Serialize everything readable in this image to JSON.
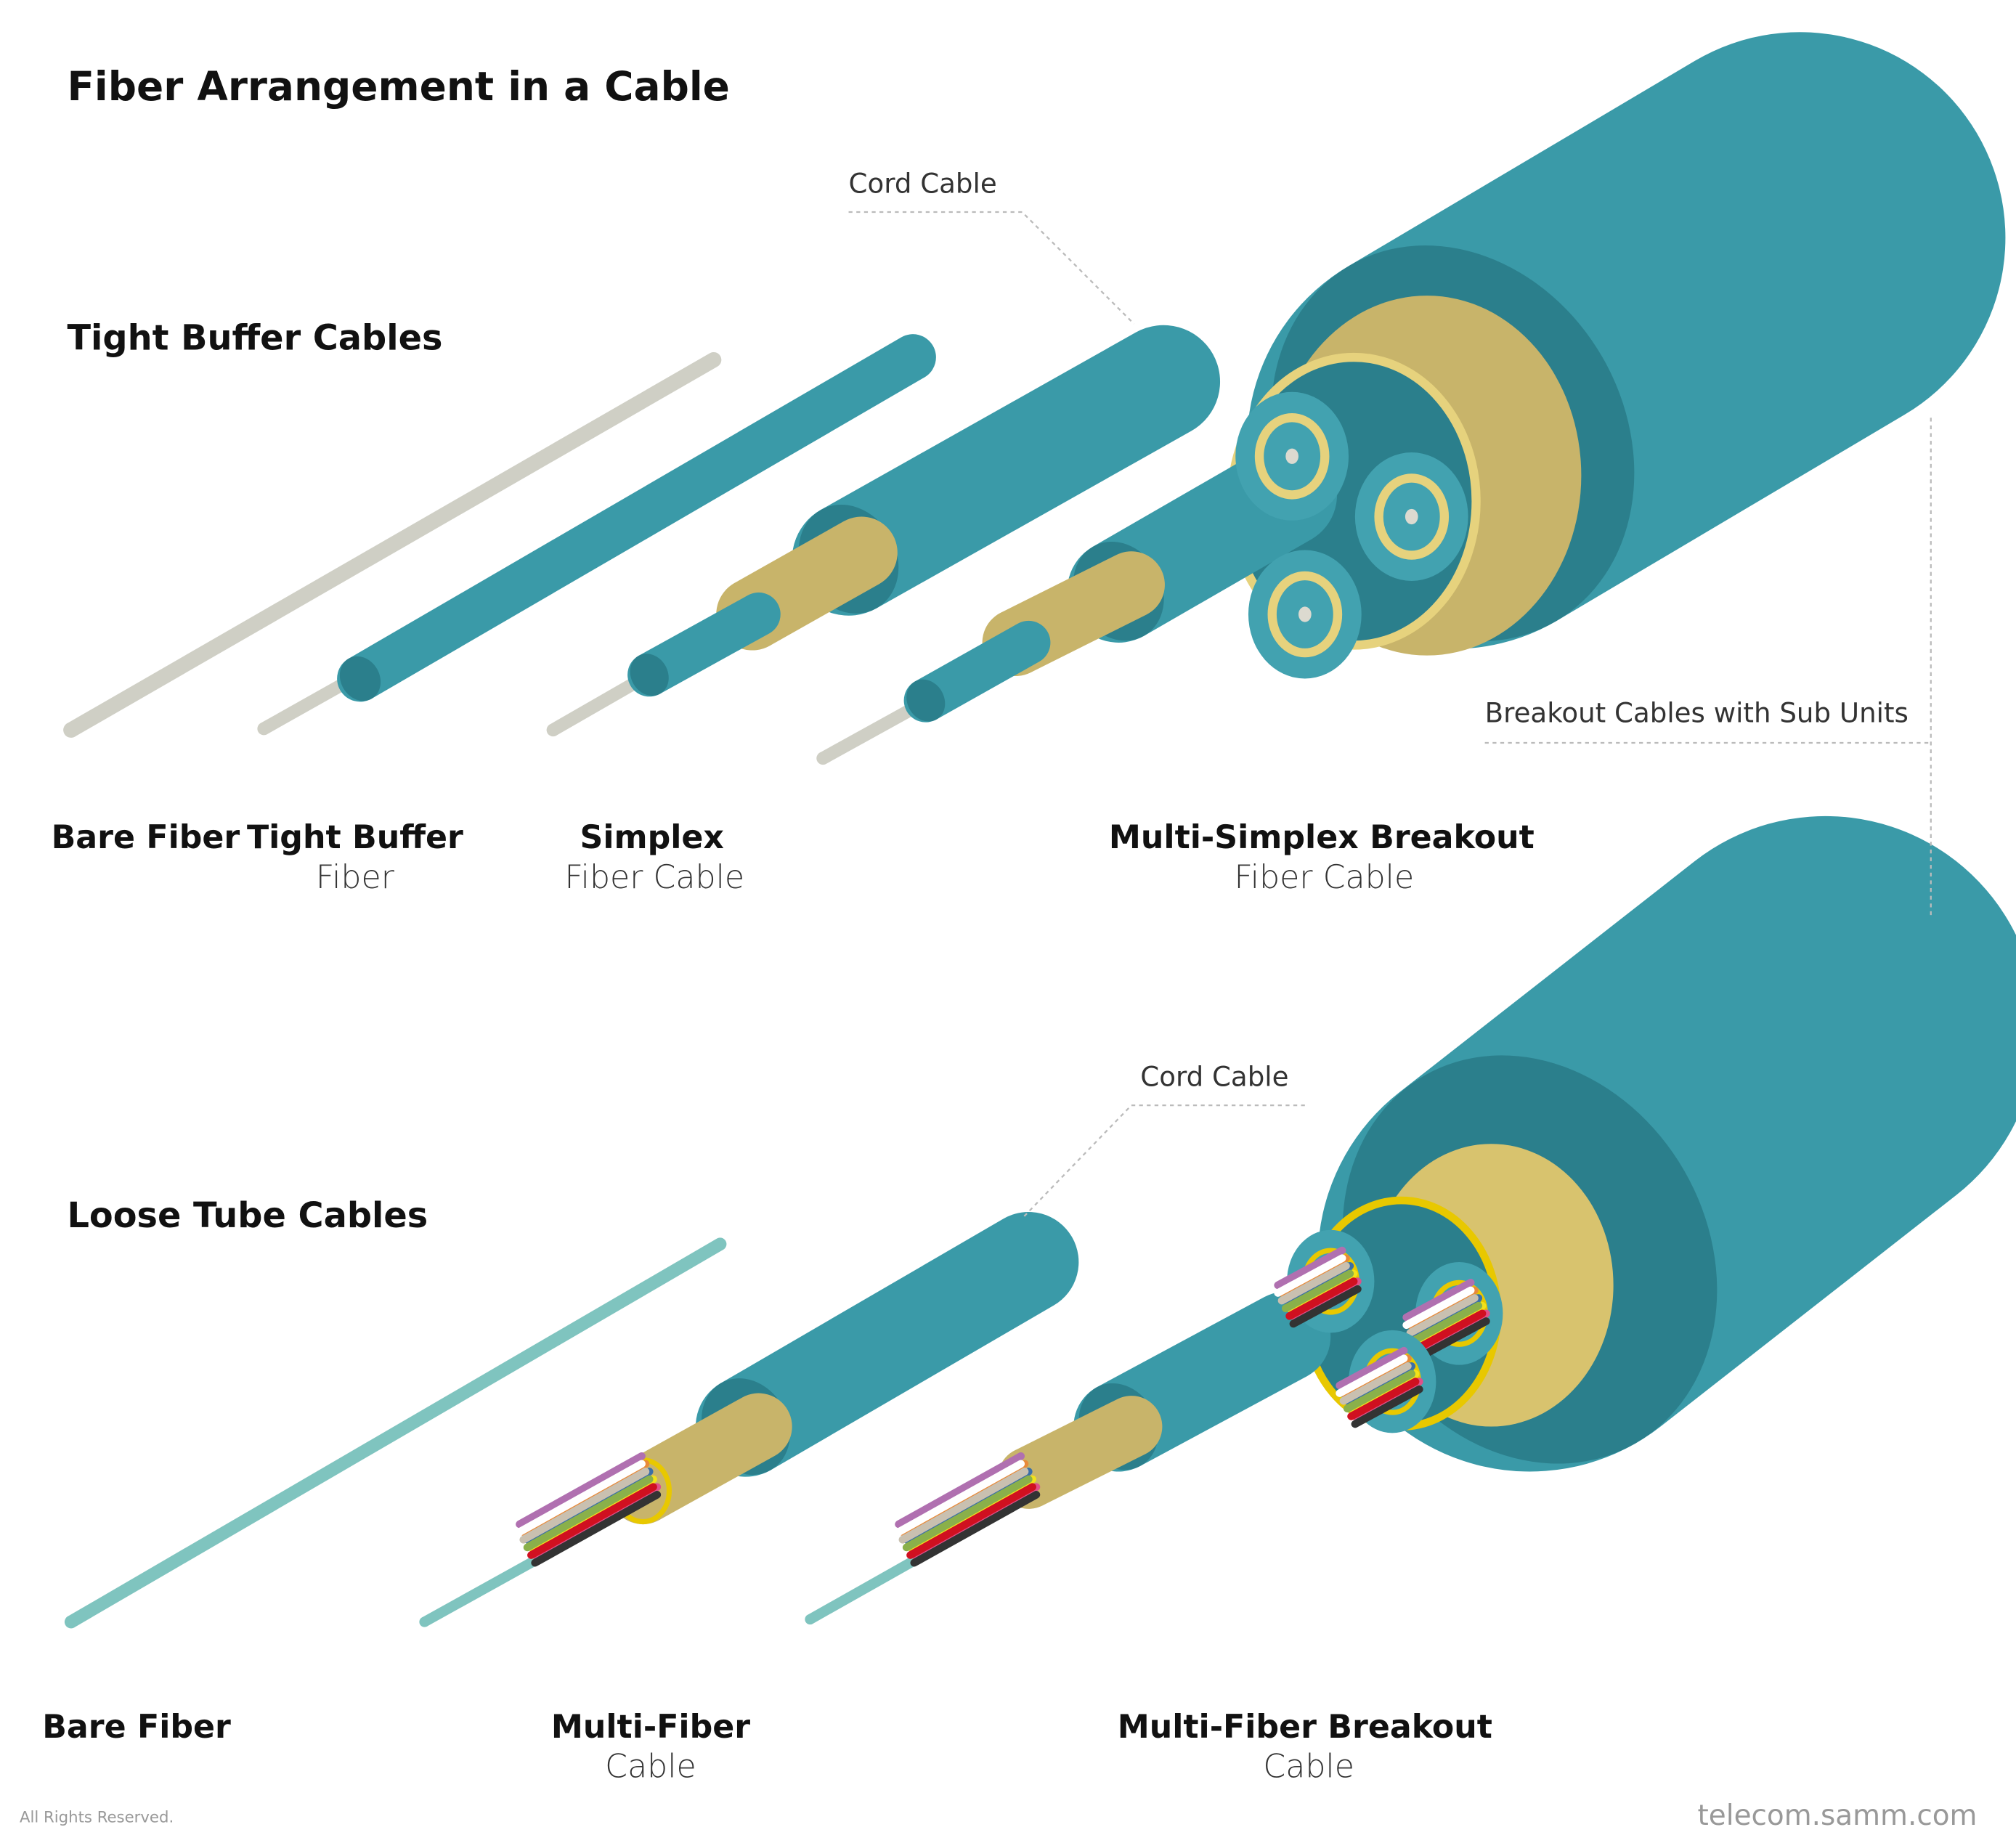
{
  "title": "Fiber Arrangement in a Cable",
  "sections": {
    "tight_buffer": {
      "heading": "Tight Buffer Cables",
      "callout_cord": "Cord Cable",
      "callout_breakout": "Breakout Cables with Sub Units",
      "labels": [
        {
          "bold": "Bare Fiber",
          "light": ""
        },
        {
          "bold": "Tight Buffer",
          "light": "Fiber"
        },
        {
          "bold": "Simplex",
          "light": "Fiber Cable"
        },
        {
          "bold": "Multi-Simplex Breakout",
          "light": "Fiber Cable"
        }
      ]
    },
    "loose_tube": {
      "heading": "Loose Tube Cables",
      "callout_cord": "Cord Cable",
      "labels": [
        {
          "bold": "Bare Fiber",
          "light": ""
        },
        {
          "bold": "Multi-Fiber",
          "light": "Cable"
        },
        {
          "bold": "Multi-Fiber Breakout",
          "light": "Cable"
        }
      ]
    }
  },
  "footer": {
    "rights": "All Rights Reserved.",
    "site": "telecom.samm.com"
  },
  "colors": {
    "jacket": "#3a9aa8",
    "jacket_dark": "#2b7f8c",
    "yarn": "#c8b46a",
    "ring": "#e6d27d",
    "ring_loose": "#e8c800",
    "bare_tight": "#cfcfc5",
    "bare_loose": "#7fc4bf"
  }
}
